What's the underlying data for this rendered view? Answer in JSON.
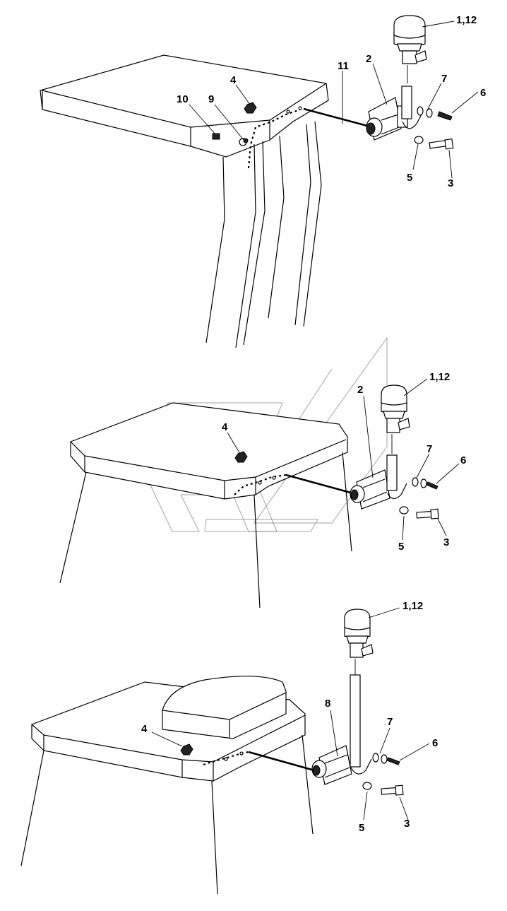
{
  "labels": {
    "d1": {
      "l1_12": "1,12",
      "l2": "2",
      "l3": "3",
      "l4": "4",
      "l5": "5",
      "l6": "6",
      "l7": "7",
      "l9": "9",
      "l10": "10",
      "l11": "11"
    },
    "d2": {
      "l1_12": "1,12",
      "l2": "2",
      "l3": "3",
      "l4": "4",
      "l5": "5",
      "l6": "6",
      "l7": "7"
    },
    "d3": {
      "l1_12": "1,12",
      "l8": "8",
      "l3": "3",
      "l4": "4",
      "l5": "5",
      "l6": "6",
      "l7": "7"
    }
  }
}
